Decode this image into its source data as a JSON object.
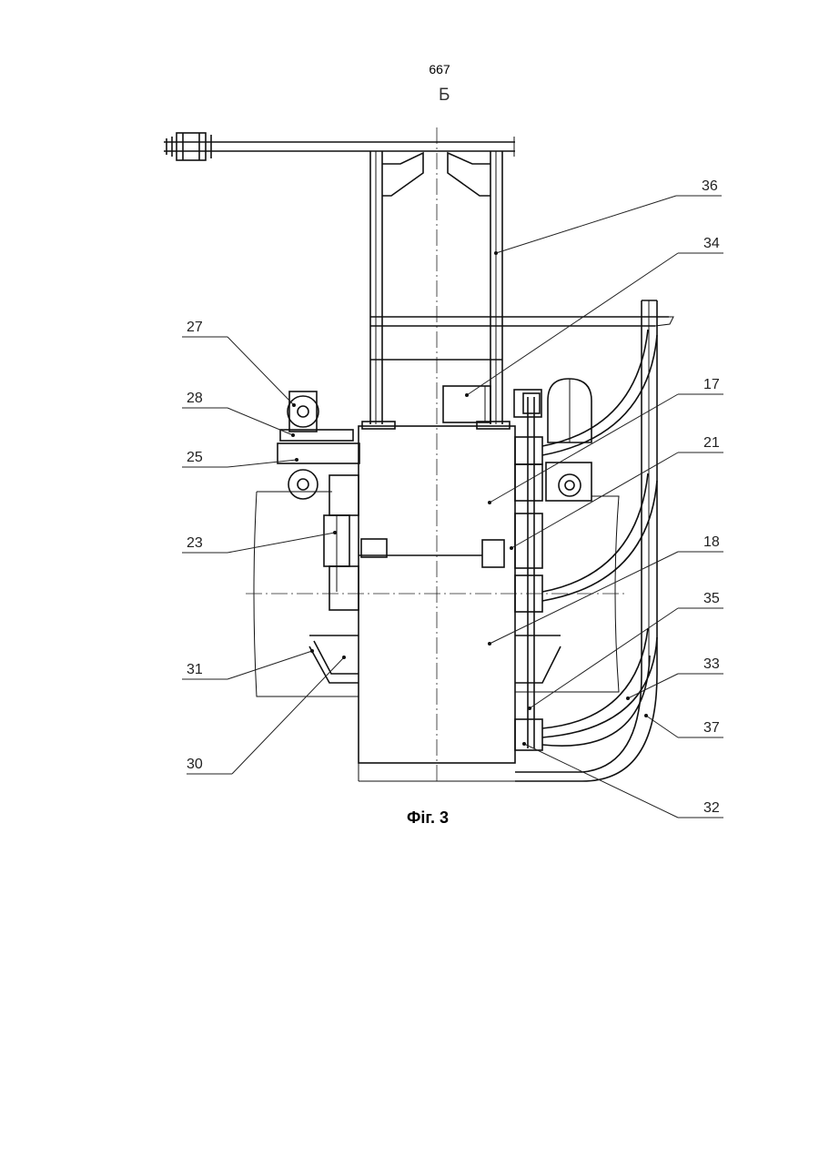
{
  "page_number": "667",
  "view_label": "Б",
  "caption": "Фіг. 3",
  "callouts": {
    "c36": "36",
    "c34": "34",
    "c27": "27",
    "c17": "17",
    "c28": "28",
    "c21": "21",
    "c25": "25",
    "c23": "23",
    "c18": "18",
    "c35": "35",
    "c31": "31",
    "c33": "33",
    "c37": "37",
    "c30": "30",
    "c32": "32"
  }
}
